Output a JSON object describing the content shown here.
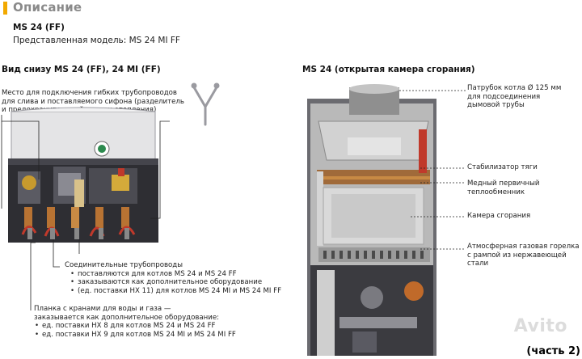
{
  "header": {
    "title": "Описание",
    "model_code": "MS 24 (FF)",
    "model_line": "Представленная модель: MS 24 MI FF"
  },
  "left": {
    "heading": "Вид снизу MS 24 (FF), 24 MI (FF)",
    "note_top": [
      "Место для подключения гибких трубопроводов",
      "для слива и поставляемого сифона (разделитель",
      "и предохранительный клапан отопления)"
    ],
    "pipes_title": "Соединительные трубопроводы",
    "pipes_items": [
      "поставляются для котлов MS 24 и MS 24 FF",
      "заказываются как дополнительное оборудование",
      "(ед. поставки HX 11) для котлов MS 24 MI и MS 24 MI FF"
    ],
    "valves_lines": [
      "Планка с кранами для воды и газа —",
      "заказывается как дополнительное оборудование:"
    ],
    "valves_items": [
      "ед. поставки HX 8 для котлов MS 24 и MS 24 FF",
      "ед. поставки HX 9 для котлов MS 24 MI и MS 24 MI FF"
    ]
  },
  "right": {
    "heading": "MS 24 (открытая камера сгорания)",
    "labels": {
      "flue": [
        "Патрубок котла Ø 125 мм",
        "для подсоединения",
        "дымовой трубы"
      ],
      "stabilizer": [
        "Стабилизатор тяги"
      ],
      "exchanger": [
        "Медный первичный",
        "теплообменник"
      ],
      "chamber": [
        "Камера сгорания"
      ],
      "burner": [
        "Атмосферная газовая горелка",
        "с рампой из нержавеющей",
        "стали"
      ]
    }
  },
  "footer": {
    "part": "(часть 2)",
    "watermark": "Avito"
  },
  "colors": {
    "accent": "#f2a900",
    "title_gray": "#8a8a8a",
    "boiler_dark": "#2e2e33",
    "panel_gray": "#b9b9b9",
    "copper": "#b87333",
    "red_pipe": "#c0392b"
  }
}
